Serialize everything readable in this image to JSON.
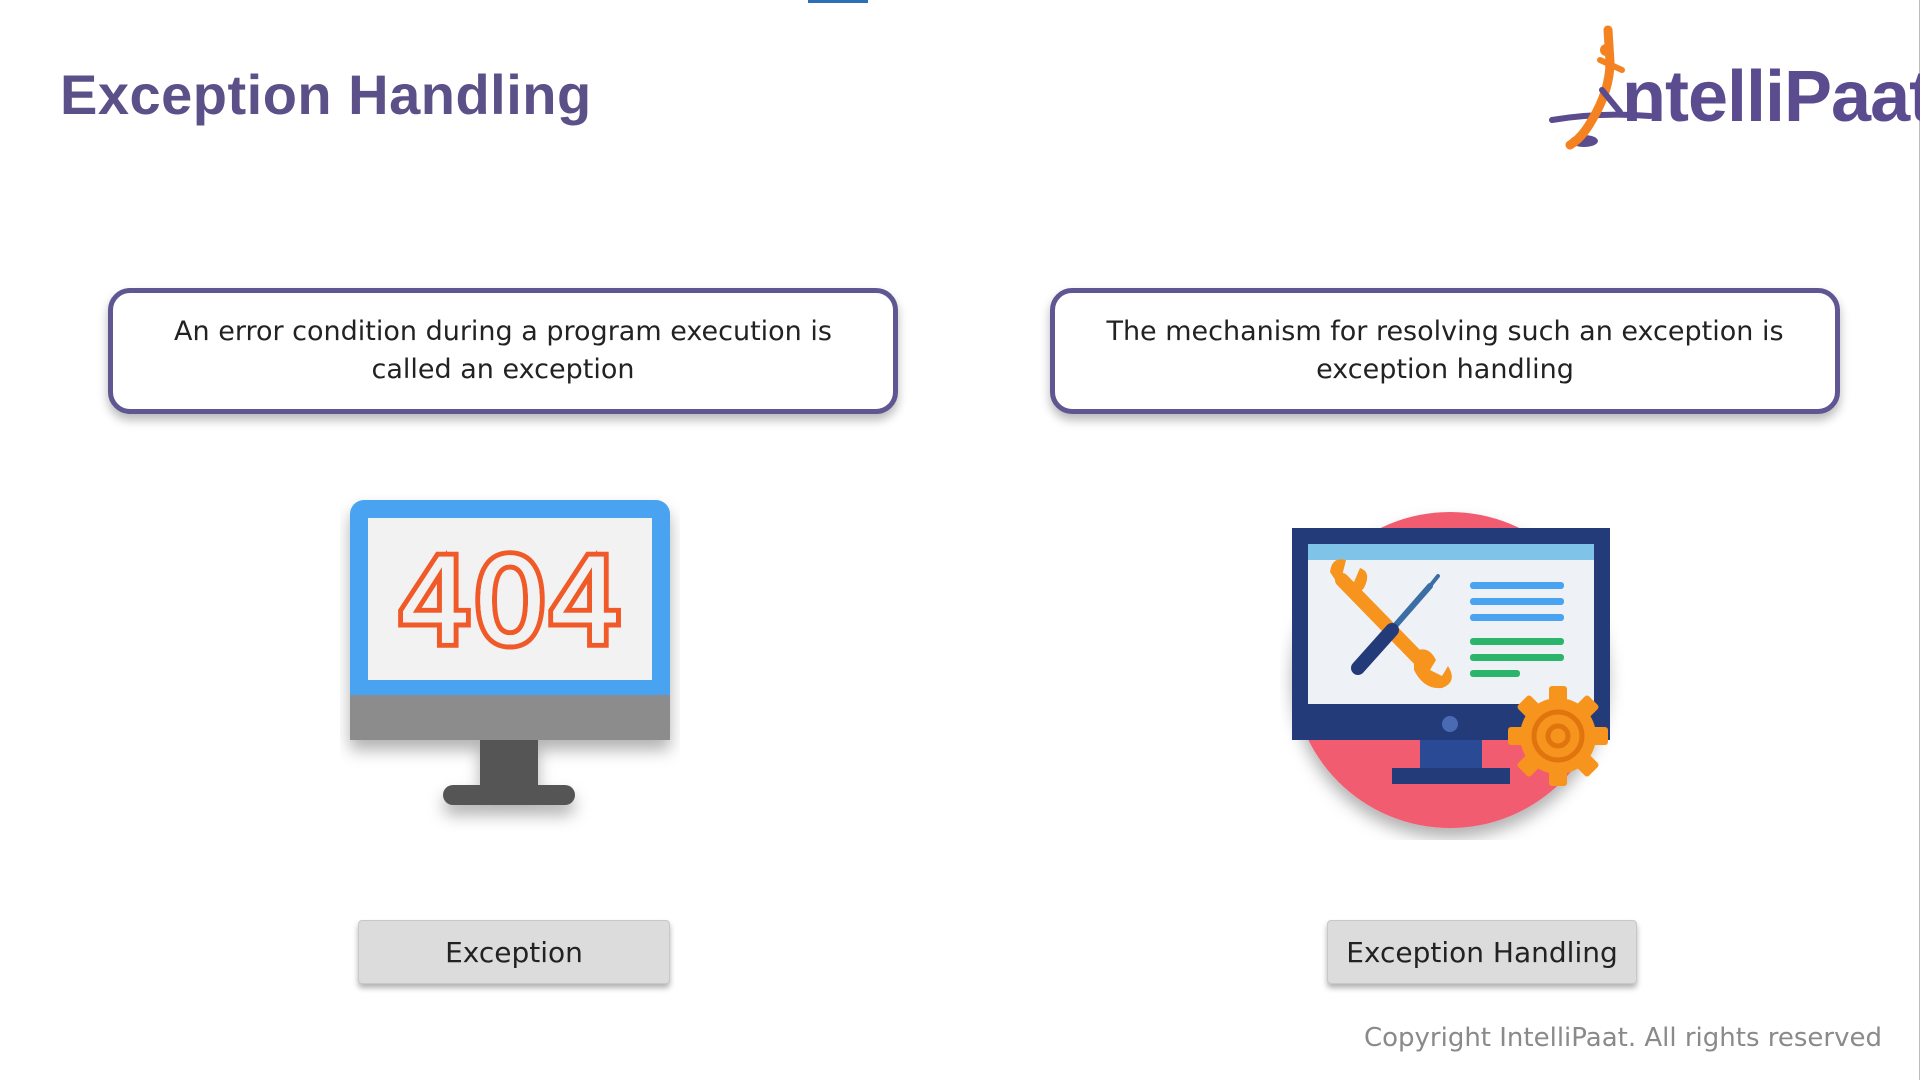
{
  "slide": {
    "title": "Exception Handling",
    "logo": {
      "text": "ntelliPaat",
      "icon": "intellipaat-figure-icon"
    },
    "definitions": [
      {
        "text": "An error condition during a program execution is called an exception"
      },
      {
        "text": "The mechanism for resolving such an exception is exception handling"
      }
    ],
    "illustrations": [
      {
        "icon": "monitor-404-icon",
        "screen_text": "404"
      },
      {
        "icon": "monitor-tools-gear-icon"
      }
    ],
    "labels": [
      {
        "text": "Exception"
      },
      {
        "text": "Exception Handling"
      }
    ],
    "copyright": "Copyright IntelliPaat. All rights reserved"
  },
  "colors": {
    "title": "#5b5088",
    "box_border": "#5f5791",
    "logo_orange": "#f58220",
    "logo_purple": "#5b4b8f",
    "monitor_blue": "#4aa3f0",
    "error_orange": "#f05a28",
    "circle_pink": "#f25c70",
    "gear_orange": "#f7941d"
  }
}
